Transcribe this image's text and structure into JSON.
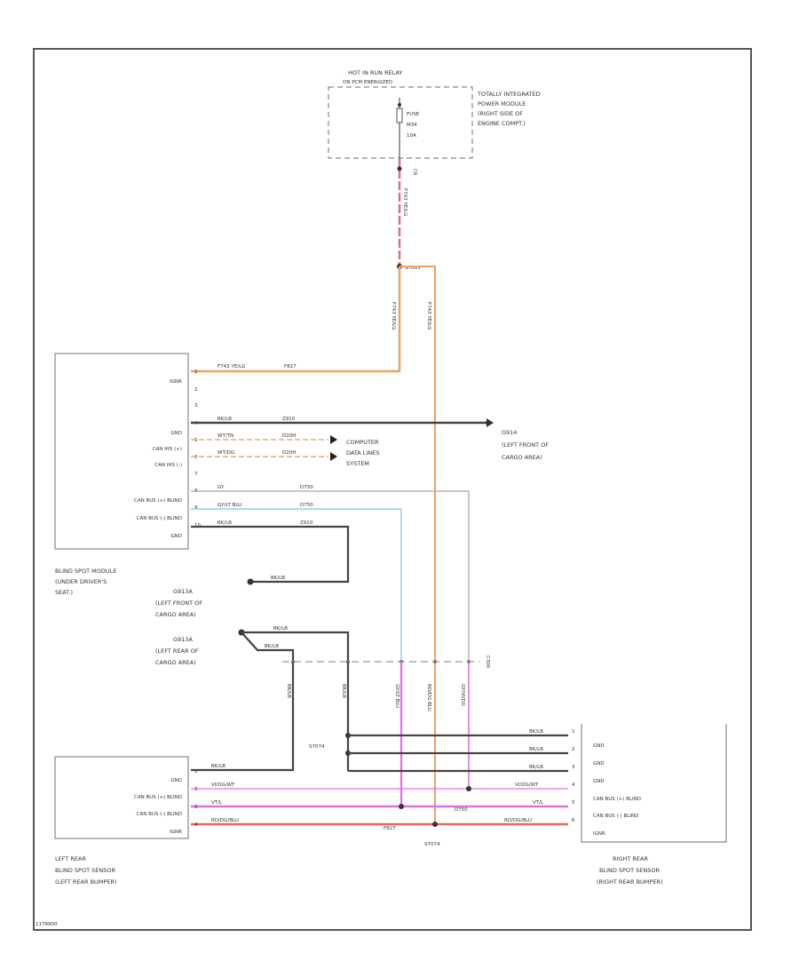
{
  "fuse_block": {
    "relay_label": [
      "HOT IN RUN RELAY",
      "ON PCM ENERGIZED"
    ],
    "fuse_text": [
      "FUSE",
      "M34",
      "10A"
    ],
    "module_label": [
      "TOTALLY INTEGRATED",
      "POWER MODULE",
      "(RIGHT SIDE OF",
      "ENGINE COMPT.)"
    ],
    "pin": "C6"
  },
  "splice_top": "S7003",
  "blind_spot_module": {
    "label": [
      "BLIND SPOT MODULE",
      "(UNDER DRIVER'S",
      "SEAT.)"
    ],
    "pins": [
      {
        "num": "1",
        "name": "IGNR",
        "wire": "F743 YE/LG",
        "circuit": "F827"
      },
      {
        "num": "2",
        "name": "",
        "wire": "",
        "circuit": ""
      },
      {
        "num": "3",
        "name": "",
        "wire": "",
        "circuit": ""
      },
      {
        "num": "4",
        "name": "GND",
        "wire": "BK/LB",
        "circuit": "Z910"
      },
      {
        "num": "5",
        "name": "CAN IHS (+)",
        "wire": "WT/TN",
        "circuit": "D20H"
      },
      {
        "num": "6",
        "name": "CAN IHS (-)",
        "wire": "WT/DG",
        "circuit": "D20H"
      },
      {
        "num": "7",
        "name": "",
        "wire": "",
        "circuit": ""
      },
      {
        "num": "8",
        "name": "CAN BUS (+) BLIND",
        "wire": "GY",
        "circuit": "D750"
      },
      {
        "num": "9",
        "name": "CAN BUS (-) BLIND",
        "wire": "GY/LT BLU",
        "circuit": "D750"
      },
      {
        "num": "10",
        "name": "GND",
        "wire": "BK/LB",
        "circuit": "Z910"
      }
    ]
  },
  "ground_g914a": {
    "name": "G914",
    "desc": [
      "(LEFT FRONT OF",
      "CARGO AREA)"
    ]
  },
  "ground_g913a": {
    "name": "G913A",
    "desc": [
      "(LEFT FRONT OF",
      "CARGO AREA)"
    ],
    "wire": "BK/LB"
  },
  "ground_g913b": {
    "name": "G913A",
    "desc": [
      "(LEFT REAR OF",
      "CARGO AREA)"
    ],
    "wire_top": "BK/LB",
    "wire_bottom": "BK/LB"
  },
  "computer_data": [
    "COMPUTER",
    "DATA LINES",
    "SYSTEM"
  ],
  "connector": "C300",
  "splice_gnd": "S7074",
  "splice_pwr": "S7074",
  "left_sensor": {
    "label": [
      "LEFT REAR",
      "BLIND SPOT SENSOR",
      "(LEFT REAR BUMPER)"
    ],
    "pins": [
      {
        "num": "1",
        "name": "GND",
        "wire": "BK/LB"
      },
      {
        "num": "2",
        "name": "CAN BUS (+) BLIND",
        "wire": "VI/DG/WT"
      },
      {
        "num": "3",
        "name": "CAN BUS (-) BLIND",
        "wire": "VT/L"
      },
      {
        "num": "4",
        "name": "IGNR",
        "wire": "RD/DG/BLU"
      }
    ]
  },
  "right_sensor": {
    "label": [
      "RIGHT REAR",
      "BLIND SPOT SENSOR",
      "(RIGHT REAR BUMPER)"
    ],
    "pins": [
      {
        "num": "1",
        "name": "GND",
        "wire": "BK/LB"
      },
      {
        "num": "2",
        "name": "GND",
        "wire": "BK/LB"
      },
      {
        "num": "3",
        "name": "GND",
        "wire": "BK/LB"
      },
      {
        "num": "4",
        "name": "CAN BUS (+) BLIND",
        "wire": "VI/DG/WT"
      },
      {
        "num": "5",
        "name": "CAN BUS (-) BLIND",
        "wire": "VT/L"
      },
      {
        "num": "6",
        "name": "IGNR",
        "wire": "RD/DG/BLU"
      }
    ]
  },
  "mid_labels": {
    "d750a": "D750",
    "d750b": "D750",
    "f827": "F827"
  },
  "vertical_wires": {
    "top": "F743 YE/LG",
    "left": "F743 YE/LG",
    "right": "F743 YE/LG",
    "c1": "BK/LB",
    "c2": "BK/LB",
    "c3": "GY/LT BLU",
    "c4": "RD/DG BLU",
    "c5": "GY/VI/DG"
  },
  "footer_code": "1178900",
  "colors": {
    "power": "#f0a060",
    "power_red": "#e06a5a",
    "pink": "#e06aa8",
    "gnd": "#444444",
    "gray": "#aaaaaa",
    "cyan": "#7fc8d8",
    "magenta": "#e070e8"
  }
}
